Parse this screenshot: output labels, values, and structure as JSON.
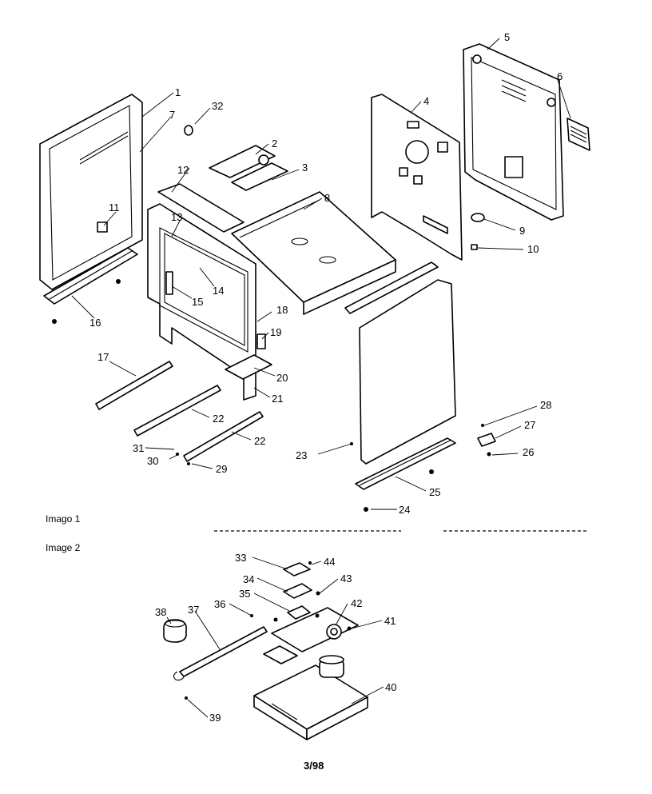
{
  "image_labels": {
    "image1": "Imago 1",
    "image2": "Image 2"
  },
  "footer": "3/98",
  "part_numbers": [
    "1",
    "2",
    "3",
    "4",
    "5",
    "6",
    "7",
    "8",
    "9",
    "10",
    "11",
    "12",
    "13",
    "14",
    "15",
    "16",
    "17",
    "18",
    "19",
    "20",
    "21",
    "22",
    "22",
    "23",
    "24",
    "25",
    "26",
    "27",
    "28",
    "29",
    "30",
    "31",
    "32",
    "33",
    "34",
    "35",
    "36",
    "37",
    "38",
    "39",
    "40",
    "41",
    "42",
    "43",
    "44"
  ]
}
